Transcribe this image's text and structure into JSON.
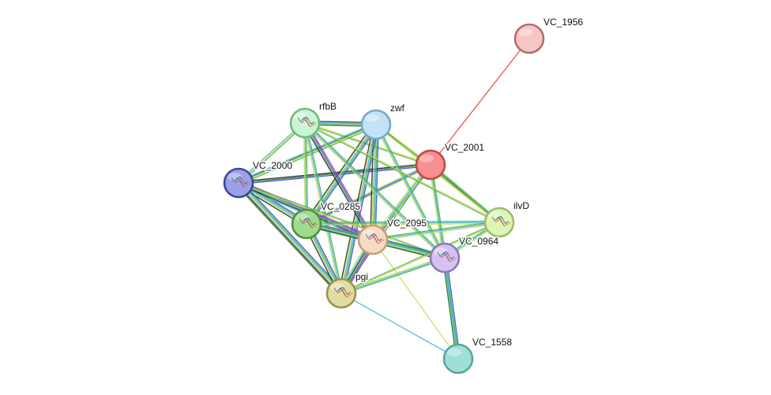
{
  "network": {
    "nodes": [
      {
        "id": "VC_1956",
        "label": "VC_1956",
        "color": "#f7c6c6",
        "stroke": "#b56c6c",
        "structure": false
      },
      {
        "id": "VC_2001",
        "label": "VC_2001",
        "color": "#f79090",
        "stroke": "#c04848",
        "structure": false
      },
      {
        "id": "zwf",
        "label": "zwf",
        "color": "#c2e3f7",
        "stroke": "#7aa7c4",
        "structure": false
      },
      {
        "id": "rfbB",
        "label": "rfbB",
        "color": "#c9f5d4",
        "stroke": "#76b684",
        "structure": true
      },
      {
        "id": "VC_2000",
        "label": "VC_2000",
        "color": "#9aa1e6",
        "stroke": "#3f4899",
        "structure": true
      },
      {
        "id": "VC_0285",
        "label": "VC_0285",
        "color": "#9ddb8d",
        "stroke": "#4f9144",
        "structure": true
      },
      {
        "id": "VC_2095",
        "label": "VC_2095",
        "color": "#f7dbc4",
        "stroke": "#c69d7c",
        "structure": true
      },
      {
        "id": "ilvD",
        "label": "ilvD",
        "color": "#ddf5b5",
        "stroke": "#9cbb70",
        "structure": true
      },
      {
        "id": "VC_0964",
        "label": "VC_0964",
        "color": "#d5c2f2",
        "stroke": "#8c78b8",
        "structure": true
      },
      {
        "id": "pgi",
        "label": "pgi",
        "color": "#e1dca0",
        "stroke": "#9a9452",
        "structure": true
      },
      {
        "id": "VC_1558",
        "label": "VC_1558",
        "color": "#9ee0d8",
        "stroke": "#5aa69c",
        "structure": false
      }
    ],
    "edges": [
      {
        "from": "VC_1956",
        "to": "VC_2001",
        "colors": [
          "#e8423a"
        ]
      },
      {
        "from": "VC_2001",
        "to": "ilvD",
        "colors": [
          "#4bb04b",
          "#2c6e2c",
          "#e89a2a"
        ]
      },
      {
        "from": "VC_2001",
        "to": "VC_2000",
        "colors": [
          "#2f4fd8",
          "#2c6e2c",
          "#222222"
        ]
      },
      {
        "from": "VC_2001",
        "to": "zwf",
        "colors": [
          "#4bb04b",
          "#c9d95a"
        ]
      },
      {
        "from": "VC_2001",
        "to": "rfbB",
        "colors": [
          "#4bb04b",
          "#c9d95a"
        ]
      },
      {
        "from": "VC_2001",
        "to": "VC_0285",
        "colors": [
          "#4bb04b",
          "#2f4fd8",
          "#c9d95a"
        ]
      },
      {
        "from": "VC_2001",
        "to": "VC_2095",
        "colors": [
          "#2f4fd8",
          "#4bb04b",
          "#41b9d8",
          "#c9d95a"
        ]
      },
      {
        "from": "VC_2001",
        "to": "VC_0964",
        "colors": [
          "#4bb04b",
          "#41b9d8",
          "#c9d95a"
        ]
      },
      {
        "from": "VC_2001",
        "to": "pgi",
        "colors": [
          "#4bb04b",
          "#c9d95a"
        ]
      },
      {
        "from": "VC_2001",
        "to": "VC_1558",
        "colors": [
          "#41b9d8",
          "#c9d95a"
        ]
      },
      {
        "from": "zwf",
        "to": "rfbB",
        "colors": [
          "#2c6e2c",
          "#4bb04b",
          "#41b9d8",
          "#222222"
        ]
      },
      {
        "from": "zwf",
        "to": "VC_2000",
        "colors": [
          "#4bb04b",
          "#c9d95a",
          "#2c6e2c",
          "#41b9d8"
        ]
      },
      {
        "from": "zwf",
        "to": "VC_0285",
        "colors": [
          "#2f4fd8",
          "#4bb04b",
          "#41b9d8",
          "#c9d95a",
          "#222222"
        ]
      },
      {
        "from": "zwf",
        "to": "VC_2095",
        "colors": [
          "#2f4fd8",
          "#4bb04b",
          "#41b9d8",
          "#c9d95a",
          "#222222"
        ]
      },
      {
        "from": "zwf",
        "to": "pgi",
        "colors": [
          "#2f4fd8",
          "#4bb04b",
          "#41b9d8",
          "#c9d95a",
          "#222222"
        ]
      },
      {
        "from": "zwf",
        "to": "VC_0964",
        "colors": [
          "#4bb04b",
          "#41b9d8",
          "#c9d95a"
        ]
      },
      {
        "from": "zwf",
        "to": "ilvD",
        "colors": [
          "#4bb04b",
          "#c9d95a"
        ]
      },
      {
        "from": "rfbB",
        "to": "VC_2000",
        "colors": [
          "#4bb04b",
          "#c9d95a",
          "#41b9d8"
        ]
      },
      {
        "from": "rfbB",
        "to": "VC_0285",
        "colors": [
          "#4bb04b",
          "#41b9d8",
          "#c9d95a"
        ]
      },
      {
        "from": "rfbB",
        "to": "VC_2095",
        "colors": [
          "#c43fc4",
          "#2f4fd8",
          "#4bb04b",
          "#222222"
        ]
      },
      {
        "from": "rfbB",
        "to": "pgi",
        "colors": [
          "#4bb04b",
          "#41b9d8",
          "#c9d95a"
        ]
      },
      {
        "from": "rfbB",
        "to": "VC_0964",
        "colors": [
          "#4bb04b",
          "#41b9d8",
          "#c9d95a"
        ]
      },
      {
        "from": "rfbB",
        "to": "ilvD",
        "colors": [
          "#c9d95a",
          "#4bb04b"
        ]
      },
      {
        "from": "VC_2000",
        "to": "VC_0285",
        "colors": [
          "#2f4fd8",
          "#4bb04b",
          "#41b9d8",
          "#c9d95a",
          "#222222"
        ]
      },
      {
        "from": "VC_2000",
        "to": "VC_2095",
        "colors": [
          "#c43fc4",
          "#2f4fd8",
          "#4bb04b",
          "#222222",
          "#41b9d8"
        ]
      },
      {
        "from": "VC_2000",
        "to": "pgi",
        "colors": [
          "#2f4fd8",
          "#4bb04b",
          "#41b9d8",
          "#c9d95a",
          "#222222",
          "#2c6e2c"
        ]
      },
      {
        "from": "VC_2000",
        "to": "VC_0964",
        "colors": [
          "#4bb04b",
          "#c9d95a"
        ]
      },
      {
        "from": "VC_0285",
        "to": "VC_2095",
        "colors": [
          "#c43fc4",
          "#2f4fd8",
          "#4bb04b",
          "#222222",
          "#41b9d8"
        ]
      },
      {
        "from": "VC_0285",
        "to": "pgi",
        "colors": [
          "#2f4fd8",
          "#4bb04b",
          "#41b9d8",
          "#c9d95a",
          "#222222"
        ]
      },
      {
        "from": "VC_0285",
        "to": "VC_0964",
        "colors": [
          "#4bb04b",
          "#41b9d8",
          "#c9d95a",
          "#2c6e2c"
        ]
      },
      {
        "from": "VC_0285",
        "to": "ilvD",
        "colors": [
          "#4bb04b",
          "#41b9d8",
          "#c9d95a"
        ]
      },
      {
        "from": "VC_2095",
        "to": "pgi",
        "colors": [
          "#c43fc4",
          "#2f4fd8",
          "#4bb04b",
          "#222222",
          "#41b9d8",
          "#c9d95a"
        ]
      },
      {
        "from": "VC_2095",
        "to": "VC_0964",
        "colors": [
          "#2f4fd8",
          "#4bb04b",
          "#41b9d8",
          "#c9d95a",
          "#2c6e2c"
        ]
      },
      {
        "from": "VC_2095",
        "to": "ilvD",
        "colors": [
          "#4bb04b",
          "#41b9d8",
          "#c9d95a"
        ]
      },
      {
        "from": "VC_2095",
        "to": "VC_1558",
        "colors": [
          "#c9d95a"
        ]
      },
      {
        "from": "VC_0964",
        "to": "ilvD",
        "colors": [
          "#4bb04b",
          "#41b9d8",
          "#c9d95a"
        ]
      },
      {
        "from": "VC_0964",
        "to": "VC_1558",
        "colors": [
          "#2f4fd8",
          "#4bb04b",
          "#41b9d8",
          "#2c6e2c"
        ]
      },
      {
        "from": "VC_0964",
        "to": "pgi",
        "colors": [
          "#4bb04b",
          "#41b9d8",
          "#c9d95a"
        ]
      },
      {
        "from": "pgi",
        "to": "VC_1558",
        "colors": [
          "#41b9d8"
        ]
      },
      {
        "from": "pgi",
        "to": "ilvD",
        "colors": [
          "#4bb04b",
          "#c9d95a"
        ]
      }
    ]
  }
}
